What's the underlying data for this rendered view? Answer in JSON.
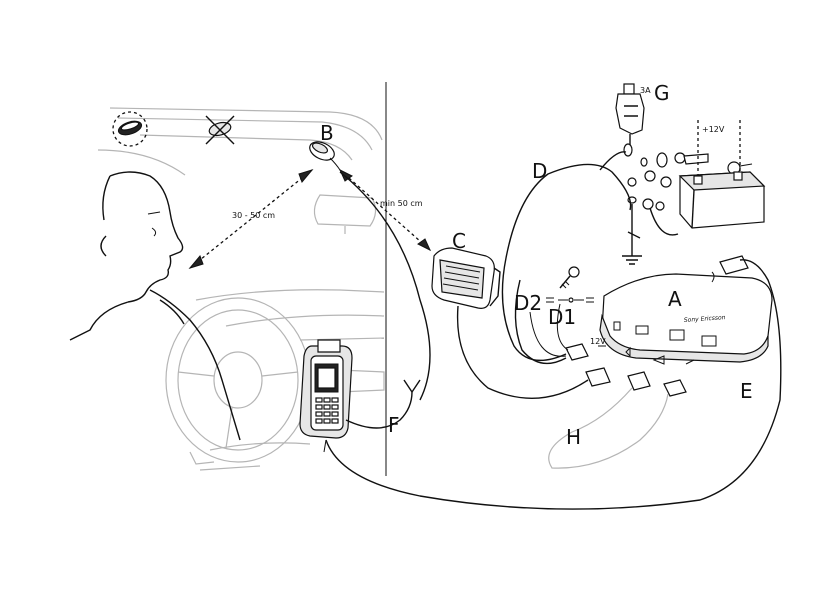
{
  "labels": {
    "A": "A",
    "B": "B",
    "C": "C",
    "D": "D",
    "D1": "D1",
    "D2": "D2",
    "E": "E",
    "F": "F",
    "G": "G",
    "H": "H"
  },
  "measurements": {
    "mic_to_head": "30 - 50 cm",
    "mic_to_speaker": "min 50 cm"
  },
  "fuse_rating": "3A",
  "battery_voltage": "+12V",
  "port_labels": {
    "power": "12V"
  },
  "unit_brand": "Sony Ericsson"
}
